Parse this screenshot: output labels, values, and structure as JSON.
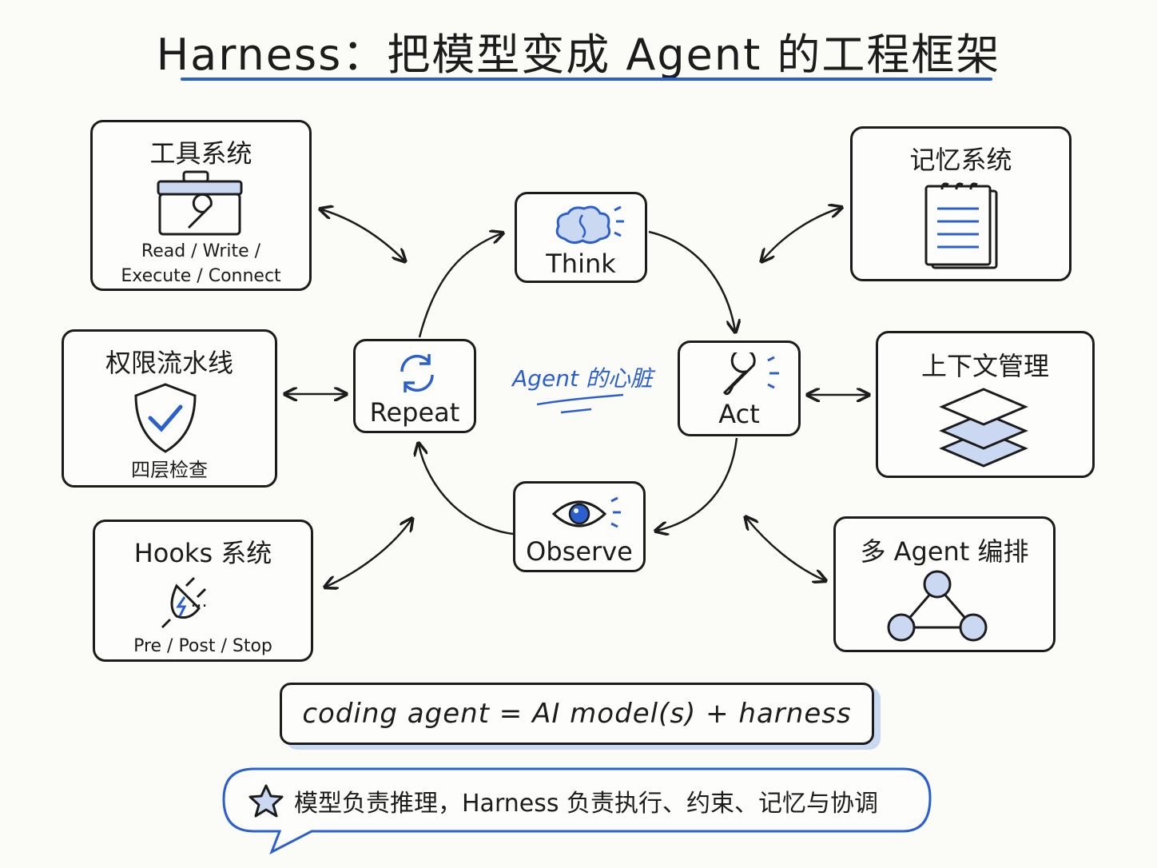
{
  "title": "Harness：把模型变成 Agent 的工程框架",
  "loop": {
    "think": "Think",
    "act": "Act",
    "observe": "Observe",
    "repeat": "Repeat",
    "center_label": "Agent 的心脏"
  },
  "modules": {
    "tools": {
      "title": "工具系统",
      "sub_line1": "Read / Write /",
      "sub_line2": "Execute / Connect"
    },
    "permissions": {
      "title": "权限流水线",
      "sub": "四层检查"
    },
    "hooks": {
      "title": "Hooks 系统",
      "sub": "Pre / Post / Stop",
      "ellipsis": "..."
    },
    "memory": {
      "title": "记忆系统"
    },
    "context": {
      "title": "上下文管理"
    },
    "multi_agent": {
      "title": "多 Agent 编排"
    }
  },
  "formula": "coding agent = AI model(s) + harness",
  "callout": "模型负责推理，Harness 负责执行、约束、记忆与协调",
  "colors": {
    "accent": "#2a5fd0",
    "ink": "#1c1c1c",
    "accent_light": "#cbd8f2"
  },
  "icons": {
    "tools": "toolbox-wrench-icon",
    "permissions": "shield-check-icon",
    "hooks": "plug-lightning-icon",
    "memory": "notepad-icon",
    "context": "layers-icon",
    "multi_agent": "triangle-network-icon",
    "think": "brain-cloud-icon",
    "act": "wrench-icon",
    "observe": "eye-icon",
    "repeat": "refresh-icon",
    "callout": "star-icon"
  }
}
